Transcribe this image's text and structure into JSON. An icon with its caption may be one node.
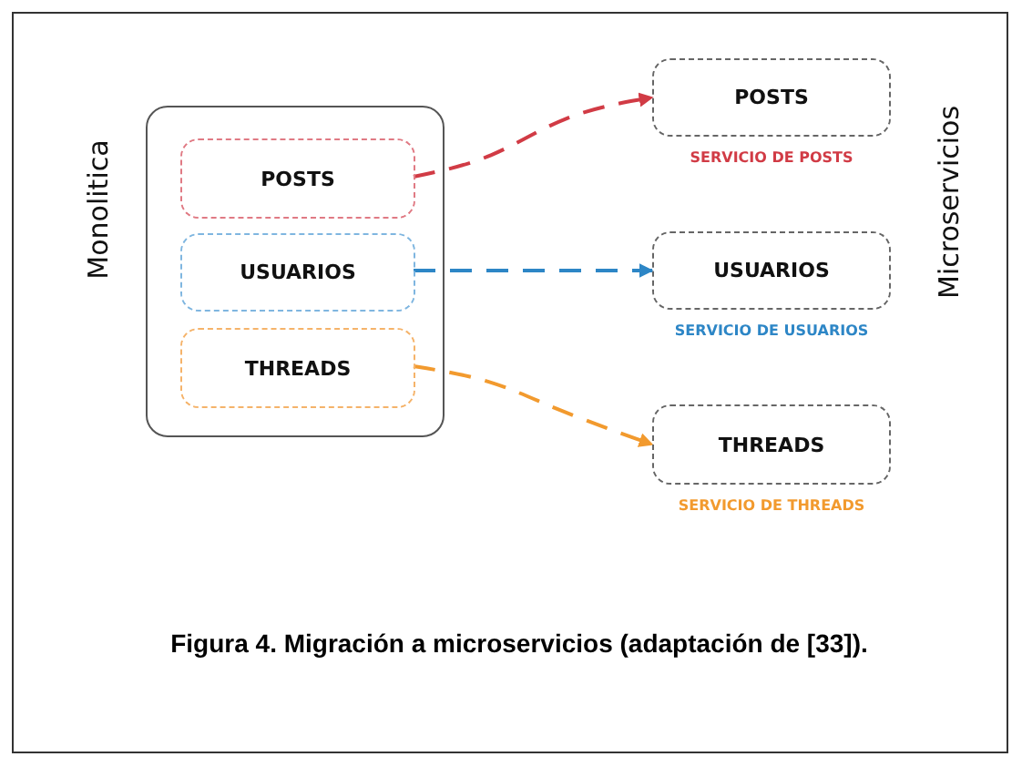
{
  "diagram": {
    "caption": "Figura 4.  Migración a microservicios (adaptación de [33]).",
    "nodes": [
      {
        "text": [
          "Monolitica"
        ]
      },
      {
        "text": [
          "POSTS"
        ],
        "in": 0
      },
      {
        "text": [
          "USUARIOS"
        ],
        "in": 0
      },
      {
        "text": [
          "THREADS"
        ],
        "in": 0
      },
      {
        "text": [
          "POSTS"
        ],
        "beside": [
          "SERVICIO DE POSTS"
        ]
      },
      {
        "text": [
          "USUARIOS"
        ],
        "beside": [
          "SERVICIO DE USUARIOS"
        ]
      },
      {
        "text": [
          "THREADS"
        ],
        "beside": [
          "SERVICIO DE THREADS"
        ]
      }
    ],
    "edges": [
      {
        "from": 1,
        "to": 4,
        "arrow": "to",
        "style": "dashed",
        "color": "#d13b45"
      },
      {
        "from": 2,
        "to": 5,
        "arrow": "to",
        "style": "dashed",
        "color": "#2d86c6"
      },
      {
        "from": 3,
        "to": 6,
        "arrow": "to",
        "style": "dashed",
        "color": "#f29a2e"
      }
    ],
    "labels": [
      "Microservicios"
    ]
  }
}
